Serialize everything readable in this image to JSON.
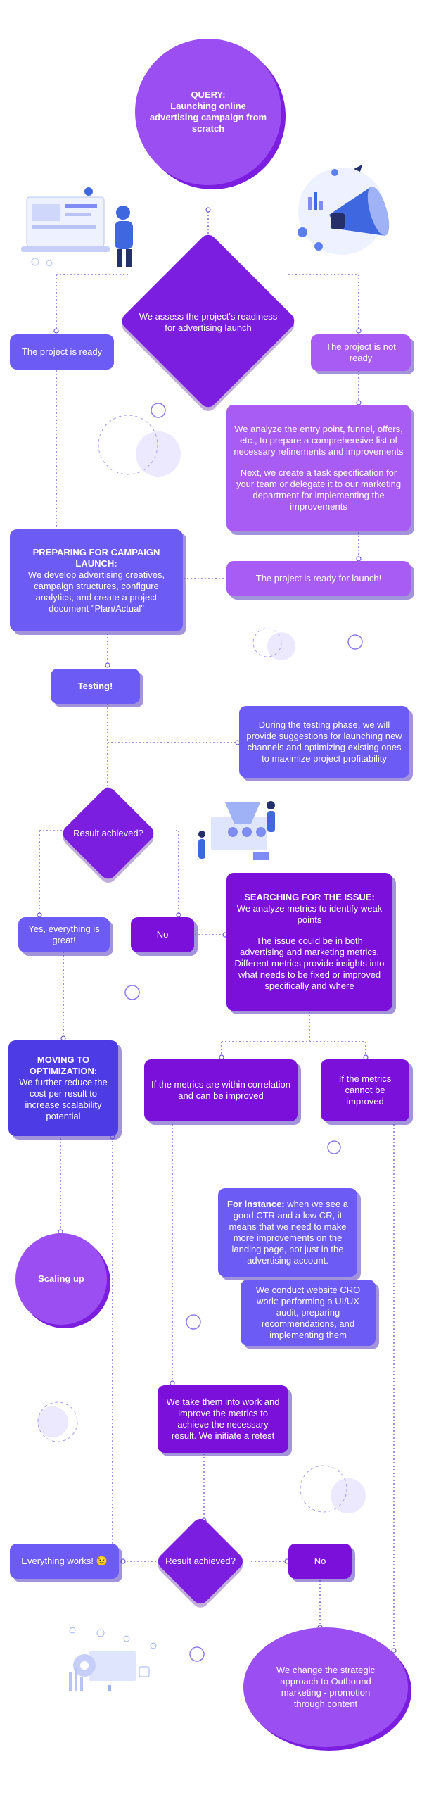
{
  "start": {
    "title": "QUERY:",
    "text": "Launching online advertising campaign from scratch"
  },
  "assess": {
    "text": "We assess the project's readiness for advertising launch"
  },
  "ready": {
    "text": "The project is ready"
  },
  "not_ready": {
    "text": "The project is not ready"
  },
  "analyze": {
    "p1": "We analyze the entry point, funnel, offers, etc., to prepare a comprehensive list of necessary refinements and improvements",
    "p2": "Next, we create a task specification for your team or delegate it to our marketing department for implementing the improvements"
  },
  "preparing": {
    "title": "PREPARING FOR CAMPAIGN LAUNCH:",
    "text": "We develop advertising creatives, campaign structures, configure analytics, and create a project document \"Plan/Actual\""
  },
  "ready_launch": {
    "text": "The project is ready for launch!"
  },
  "testing": {
    "text": "Testing!"
  },
  "testing_phase": {
    "text": "During the testing phase, we will provide suggestions for launching new channels and optimizing existing ones to maximize project profitability"
  },
  "result1": {
    "text": "Result achieved?"
  },
  "yes_great": {
    "text": "Yes, everything is great!"
  },
  "no1": {
    "text": "No"
  },
  "searching": {
    "title": "SEARCHING FOR THE ISSUE:",
    "p1": "We analyze metrics to identify weak points",
    "p2": "The issue could be in both advertising and marketing metrics. Different metrics provide insights into what needs to be fixed or improved specifically and where"
  },
  "optimization": {
    "title": "MOVING TO OPTIMIZATION:",
    "text": "We further reduce the cost per result to increase scalability potential"
  },
  "within": {
    "text": "If the metrics are within correlation and can be improved"
  },
  "cannot": {
    "text": "If the metrics cannot be improved"
  },
  "scaling": {
    "text": "Scaling up"
  },
  "instance": {
    "lead": "For instance:",
    "text": " when we see a good CTR and a low CR, it means that we need to make more improvements on the landing page, not just in the advertising account."
  },
  "cro": {
    "text": "We conduct website CRO work: performing a UI/UX audit, preparing recommendations, and implementing them"
  },
  "retest": {
    "text": "We take them into work and improve the metrics to achieve the necessary result. We initiate a retest"
  },
  "result2": {
    "text": "Result achieved?"
  },
  "everything_works": {
    "text": "Everything works! 😉"
  },
  "no2": {
    "text": "No"
  },
  "change": {
    "text": "We change the strategic approach to Outbound marketing - promotion through content"
  },
  "colors": {
    "primary_blue": "#6c5cf5",
    "violet": "#8a49f0",
    "deep_purple": "#7a10da",
    "lilac": "#a95cf4",
    "connector": "#6a5ae0"
  }
}
